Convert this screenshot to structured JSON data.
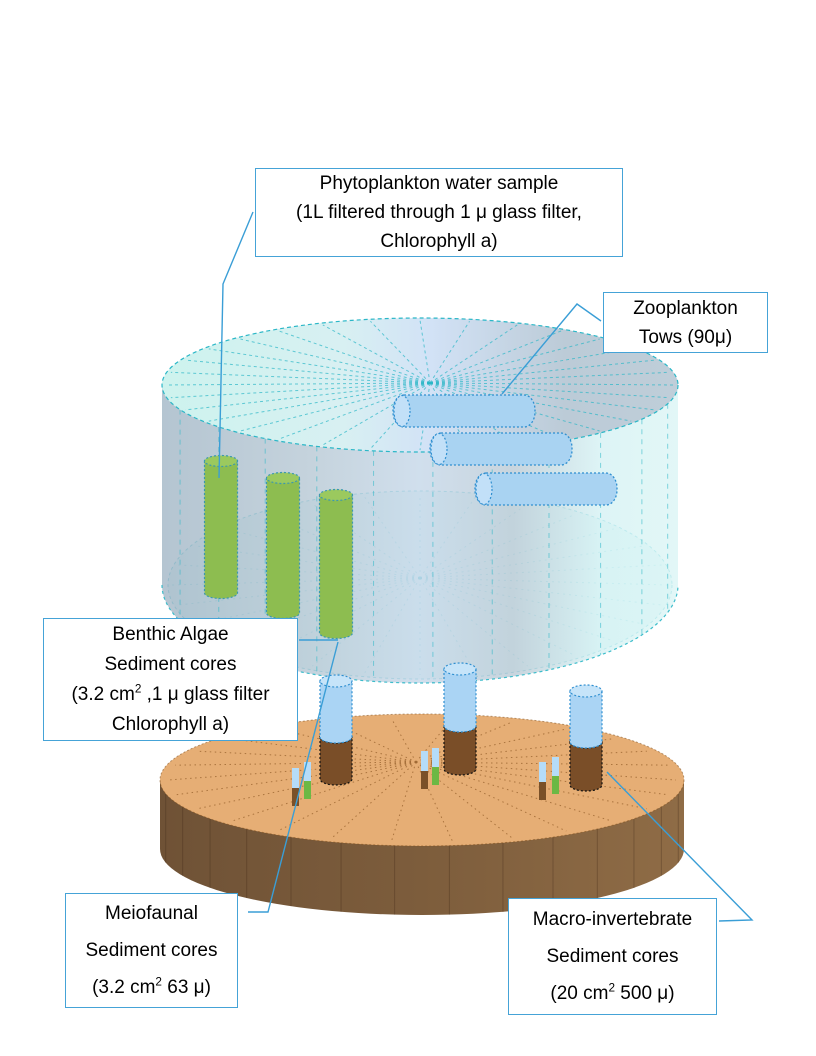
{
  "callouts": {
    "phytoplankton": {
      "lines": [
        "Phytoplankton water sample",
        "(1L filtered through 1 μ glass filter,",
        "Chlorophyll a)"
      ]
    },
    "zooplankton": {
      "lines": [
        "Zooplankton",
        "Tows (90μ)"
      ]
    },
    "benthic": {
      "lines": [
        "Benthic Algae",
        "Sediment cores",
        "(3.2 cm^2 ,1 μ glass filter",
        "Chlorophyll a)"
      ]
    },
    "meiofaunal": {
      "lines": [
        "Meiofaunal",
        "Sediment cores",
        "(3.2 cm^2 63 μ)"
      ]
    },
    "macro": {
      "lines": [
        "Macro-invertebrate",
        "Sediment cores",
        "(20 cm^2 500 μ)"
      ]
    }
  },
  "diagram": {
    "phytoplankton_core_count": 3,
    "zooplankton_tow_count": 3,
    "macro_core_count": 3,
    "small_core_pair_count": 3
  },
  "colors": {
    "callout_border": "#45a3d7",
    "leader": "#3a9ed6",
    "water_outline_teal": "#2bb7c7",
    "water_surface_left": "#cdf3ee",
    "water_surface_mid": "#d2e2f6",
    "water_surface_right": "#bccbd7",
    "water_wall_left": "#a4b8c7",
    "water_wall_mid": "#c6d8e9",
    "water_wall_right": "#d6f2f4",
    "water_bottom_interior": "#dbf6f6",
    "green_core": "#8dbd50",
    "green_core_top": "#9bc95e",
    "green_core_outline": "#3b98b0",
    "tow_fill": "#a9d3f2",
    "tow_cap": "#c2e0f8",
    "tow_outline": "#2f8fd0",
    "sediment_top": "#e6ae75",
    "sediment_side_dark": "#6f5236",
    "sediment_side_light": "#8f6c46",
    "sediment_spoke": "#a06a35",
    "macro_blue": "#aad4f4",
    "macro_blue_top": "#c6e4f9",
    "macro_brown": "#7a4e28",
    "macro_brown_top": "#6b4423",
    "small_blue": "#b5dcf8",
    "small_brown": "#7a5028",
    "small_green": "#6cb844"
  }
}
